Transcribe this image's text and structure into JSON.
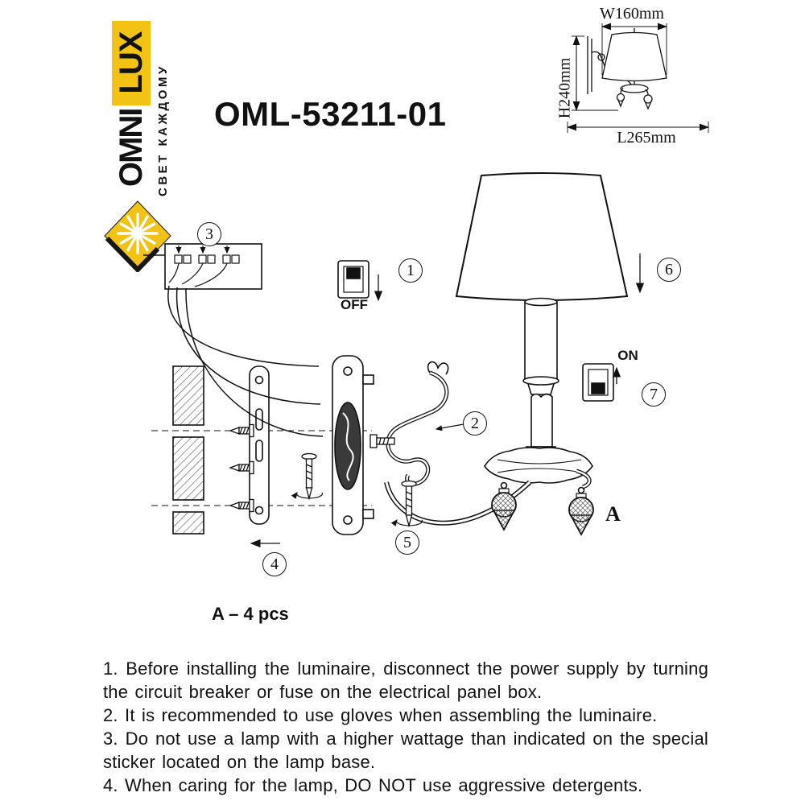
{
  "brand": {
    "omni": "OMNI",
    "lux": "LUX",
    "tagline": "СВЕТ КАЖДОМУ"
  },
  "model": "OML-53211-01",
  "spec_drawing": {
    "width_label": "W160mm",
    "height_label": "H240mm",
    "length_label": "L265mm"
  },
  "diagram": {
    "callouts": [
      "1",
      "2",
      "3",
      "4",
      "5",
      "6",
      "7"
    ],
    "off_label": "OFF",
    "on_label": "ON",
    "part_label": "A",
    "part_qty": "A – 4 pcs"
  },
  "instructions": [
    "1. Before installing the luminaire, disconnect the power supply by turning the circuit breaker or fuse on the electrical panel box.",
    "2. It is recommended to use gloves when assembling the luminaire.",
    "3. Do not use a lamp with a higher wattage than indicated on the special sticker located on the lamp base.",
    "4. When caring for the lamp, DO NOT use aggressive detergents."
  ],
  "colors": {
    "accent": "#F2C314",
    "ink": "#111111"
  }
}
